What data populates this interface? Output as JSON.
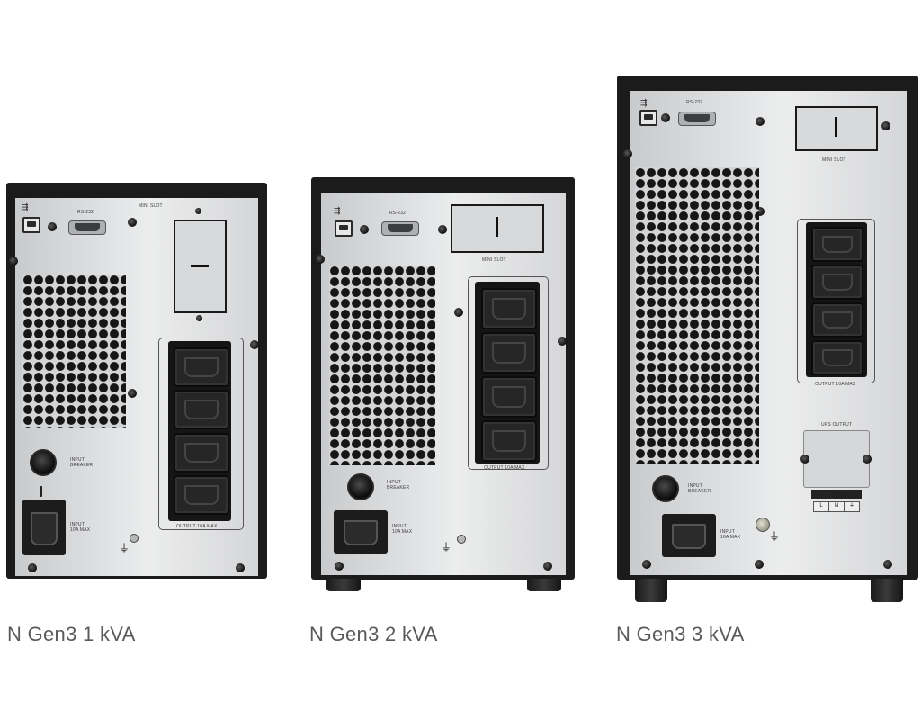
{
  "products": [
    {
      "name": "N Gen3 1 kVA",
      "labels": {
        "rs232": "RS-232",
        "mini_slot": "MINI SLOT",
        "input_breaker": "INPUT\nBREAKER",
        "input_rating": "INPUT\n10A MAX",
        "output_rating": "OUTPUT 10A MAX"
      },
      "outlet_count": 4
    },
    {
      "name": "N Gen3 2 kVA",
      "labels": {
        "rs232": "RS-232",
        "mini_slot": "MINI SLOT",
        "input_breaker": "INPUT\nBREAKER",
        "input_rating": "INPUT\n10A MAX",
        "output_rating": "OUTPUT 10A MAX"
      },
      "outlet_count": 4
    },
    {
      "name": "N Gen3 3 kVA",
      "labels": {
        "rs232": "RS-232",
        "mini_slot": "MINI SLOT",
        "input_breaker": "INPUT\nBREAKER",
        "input_rating": "INPUT\n16A MAX",
        "output_rating": "OUTPUT 10A MAX",
        "ups_output": "UPS OUTPUT",
        "terminals": [
          "L",
          "N",
          "⏚"
        ]
      },
      "outlet_count": 4
    }
  ],
  "icons": {
    "usb": "usb-icon",
    "ground": "ground-icon"
  }
}
